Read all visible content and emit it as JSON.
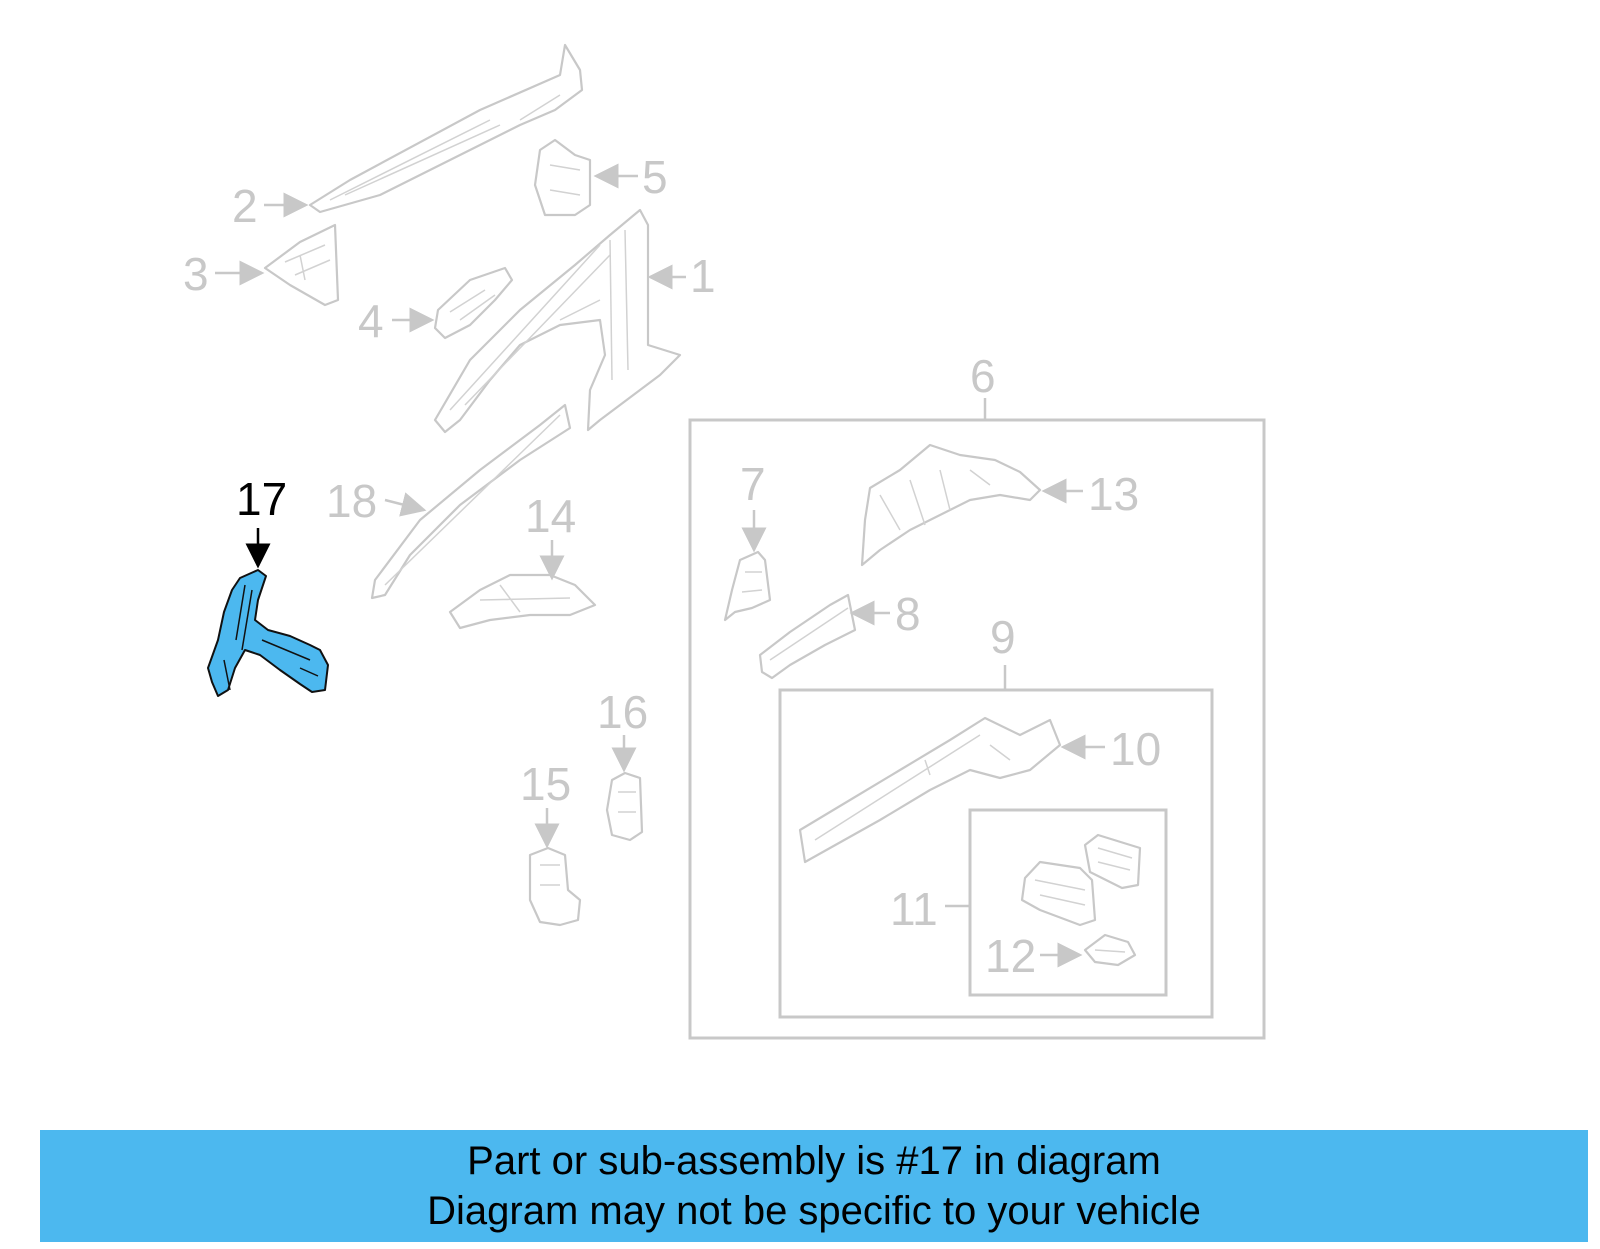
{
  "callouts": {
    "c1": "1",
    "c2": "2",
    "c3": "3",
    "c4": "4",
    "c5": "5",
    "c6": "6",
    "c7": "7",
    "c8": "8",
    "c9": "9",
    "c10": "10",
    "c11": "11",
    "c12": "12",
    "c13": "13",
    "c14": "14",
    "c15": "15",
    "c16": "16",
    "c17": "17",
    "c18": "18"
  },
  "highlight": {
    "callout": "17",
    "color": "#4cb8ef"
  },
  "banner": {
    "line1": "Part or sub-assembly is #17 in diagram",
    "line2": "Diagram may not be specific to your vehicle",
    "background": "#4cb8ef"
  }
}
